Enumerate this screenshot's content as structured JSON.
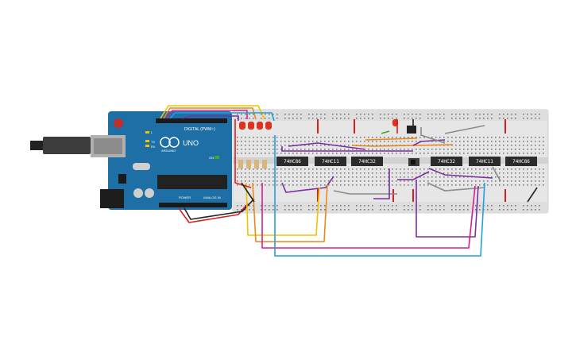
{
  "arduino": {
    "digital_header_label": "DIGITAL (PWM~)",
    "brand_label": "ARDUINO",
    "model_label": "UNO",
    "power_label": "POWER",
    "analog_label": "ANALOG IN",
    "tx_label": "TX",
    "rx_label": "RX",
    "l_label": "L",
    "on_label": "ON"
  },
  "chips": [
    {
      "label": "74HC86"
    },
    {
      "label": "74HC11"
    },
    {
      "label": "74HC32"
    },
    {
      "label": "74HC32"
    },
    {
      "label": "74HC11"
    },
    {
      "label": "74HC86"
    }
  ],
  "colors": {
    "board": "#1e6fa6",
    "breadboard": "#e8e8e8",
    "wire_yellow": "#f2c400",
    "wire_orange": "#e8891c",
    "wire_magenta": "#d4218f",
    "wire_cyan": "#1fa1dc",
    "wire_purple": "#7b2fa1",
    "wire_red": "#d42020",
    "wire_black": "#222222",
    "wire_gray": "#8a8a8a",
    "wire_green": "#3aa836",
    "led_red": "#e0301e"
  }
}
